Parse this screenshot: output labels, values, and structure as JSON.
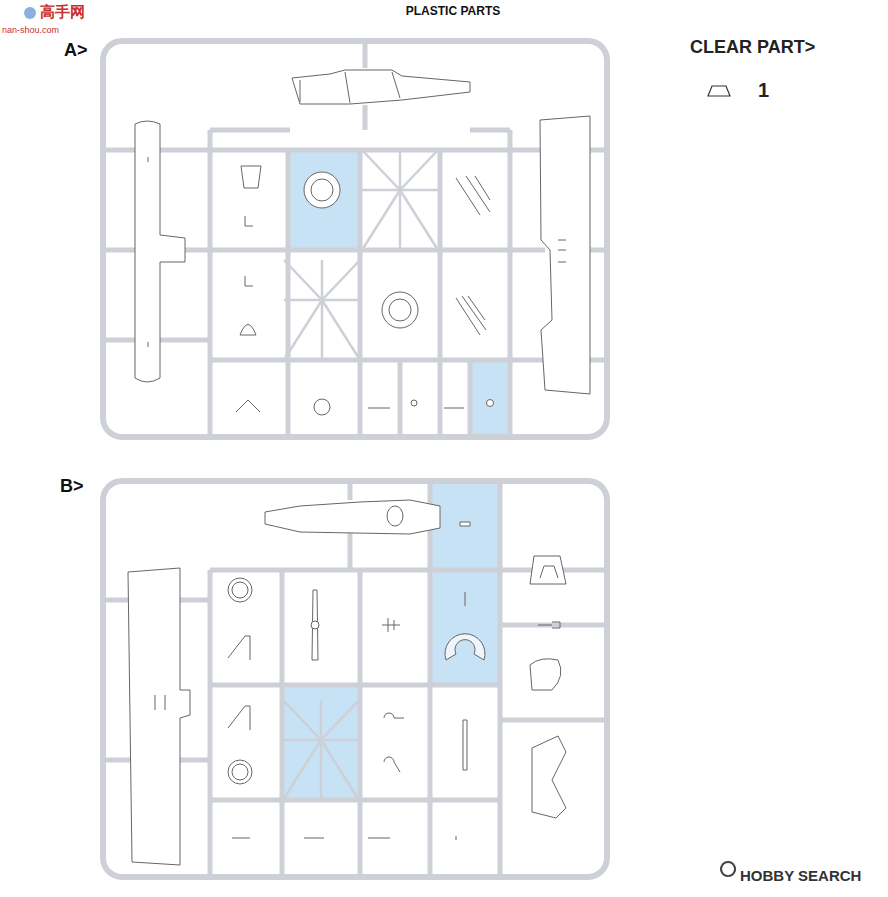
{
  "diagram": {
    "title": "PLASTIC PARTS",
    "nodes": [
      {
        "text": [
          "A>"
        ]
      },
      {
        "text": [
          "B>"
        ]
      }
    ],
    "edges": [],
    "labels": [
      "CLEAR PART>",
      "1",
      "高手网",
      "nan-shou.com",
      "HOBBY SEARCH"
    ]
  }
}
